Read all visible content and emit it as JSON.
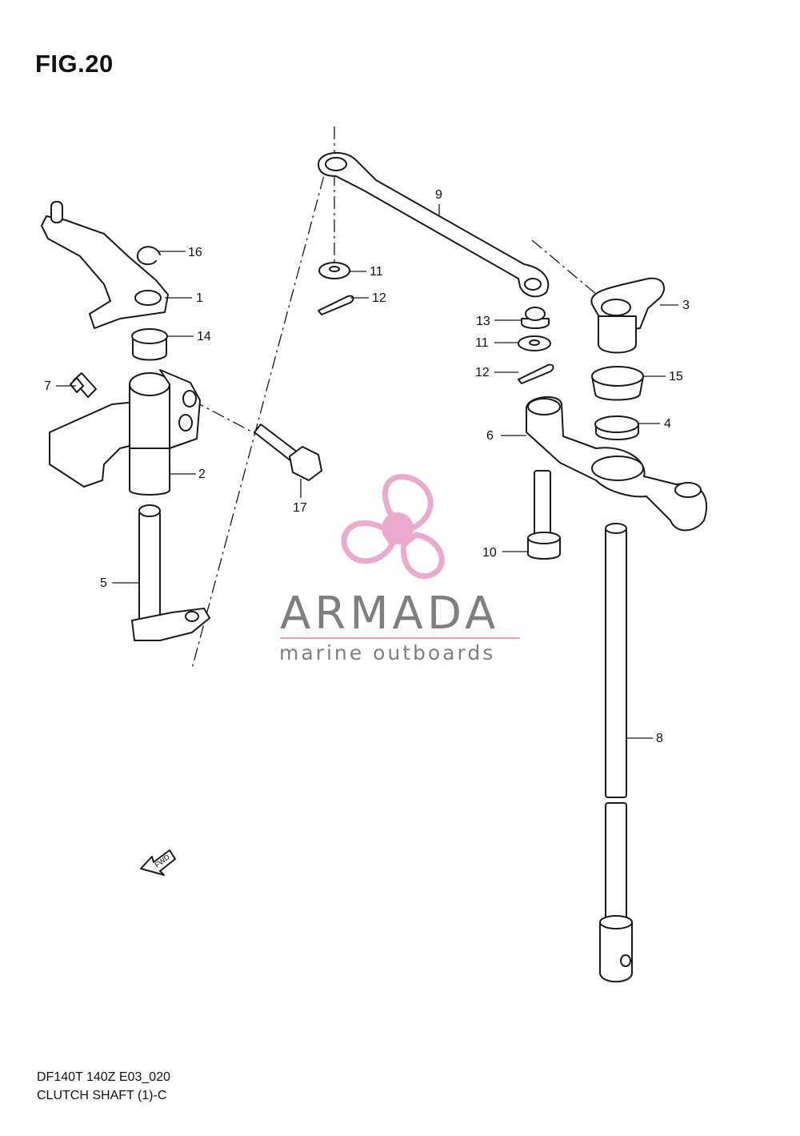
{
  "figure_title": "FIG.20",
  "watermark": {
    "brand": "ARMADA",
    "tagline": "marine outboards",
    "accent": "#e8a0c8",
    "text_color": "#7f7f7f"
  },
  "fwd_label": "FWD",
  "callouts": [
    "1",
    "2",
    "3",
    "4",
    "5",
    "6",
    "7",
    "8",
    "9",
    "10",
    "11",
    "12",
    "13",
    "14",
    "15",
    "16",
    "17",
    "11",
    "12"
  ],
  "footer": {
    "model": "DF140T 140Z E03_020",
    "caption": "CLUTCH SHAFT (1)-C"
  }
}
